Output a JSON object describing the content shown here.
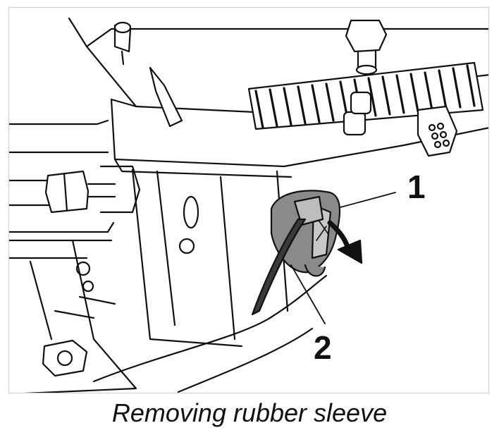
{
  "figure": {
    "callouts": [
      {
        "number": "1",
        "target": "rubber sleeve"
      },
      {
        "number": "2",
        "target": "cable"
      }
    ]
  },
  "caption": "Removing rubber sleeve",
  "colors": {
    "line": "#111111",
    "sleeve": "#8a8a8a",
    "cable": "#3a3a3a",
    "frame": "#d0d0d0"
  }
}
